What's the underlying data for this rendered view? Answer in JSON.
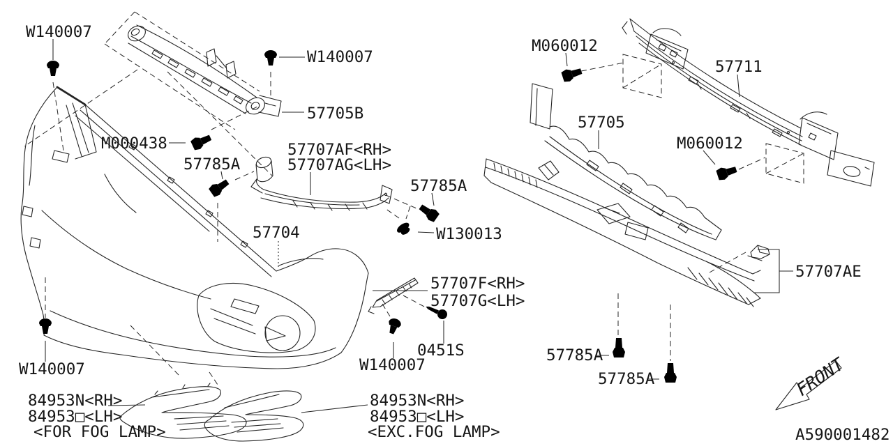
{
  "diagram": {
    "drawing_number": "A590001482",
    "front_label": "FRONT",
    "parts": {
      "w140007": "W140007",
      "w130013": "W130013",
      "m000438": "M000438",
      "m060012": "M060012",
      "p57705b": "57705B",
      "p57785a": "57785A",
      "p57707af_rh": "57707AF<RH>",
      "p57707ag_lh": "57707AG<LH>",
      "p57704": "57704",
      "p57707f_rh": "57707F<RH>",
      "p57707g_lh": "57707G<LH>",
      "p0451s": "0451S",
      "p84953n_rh": "84953N<RH>",
      "p84953o_lh": "84953□<LH>",
      "for_fog_lamp": "<FOR FOG LAMP>",
      "exc_fog_lamp": "<EXC.FOG LAMP>",
      "p57711": "57711",
      "p57705": "57705",
      "p57707ae": "57707AE"
    }
  }
}
